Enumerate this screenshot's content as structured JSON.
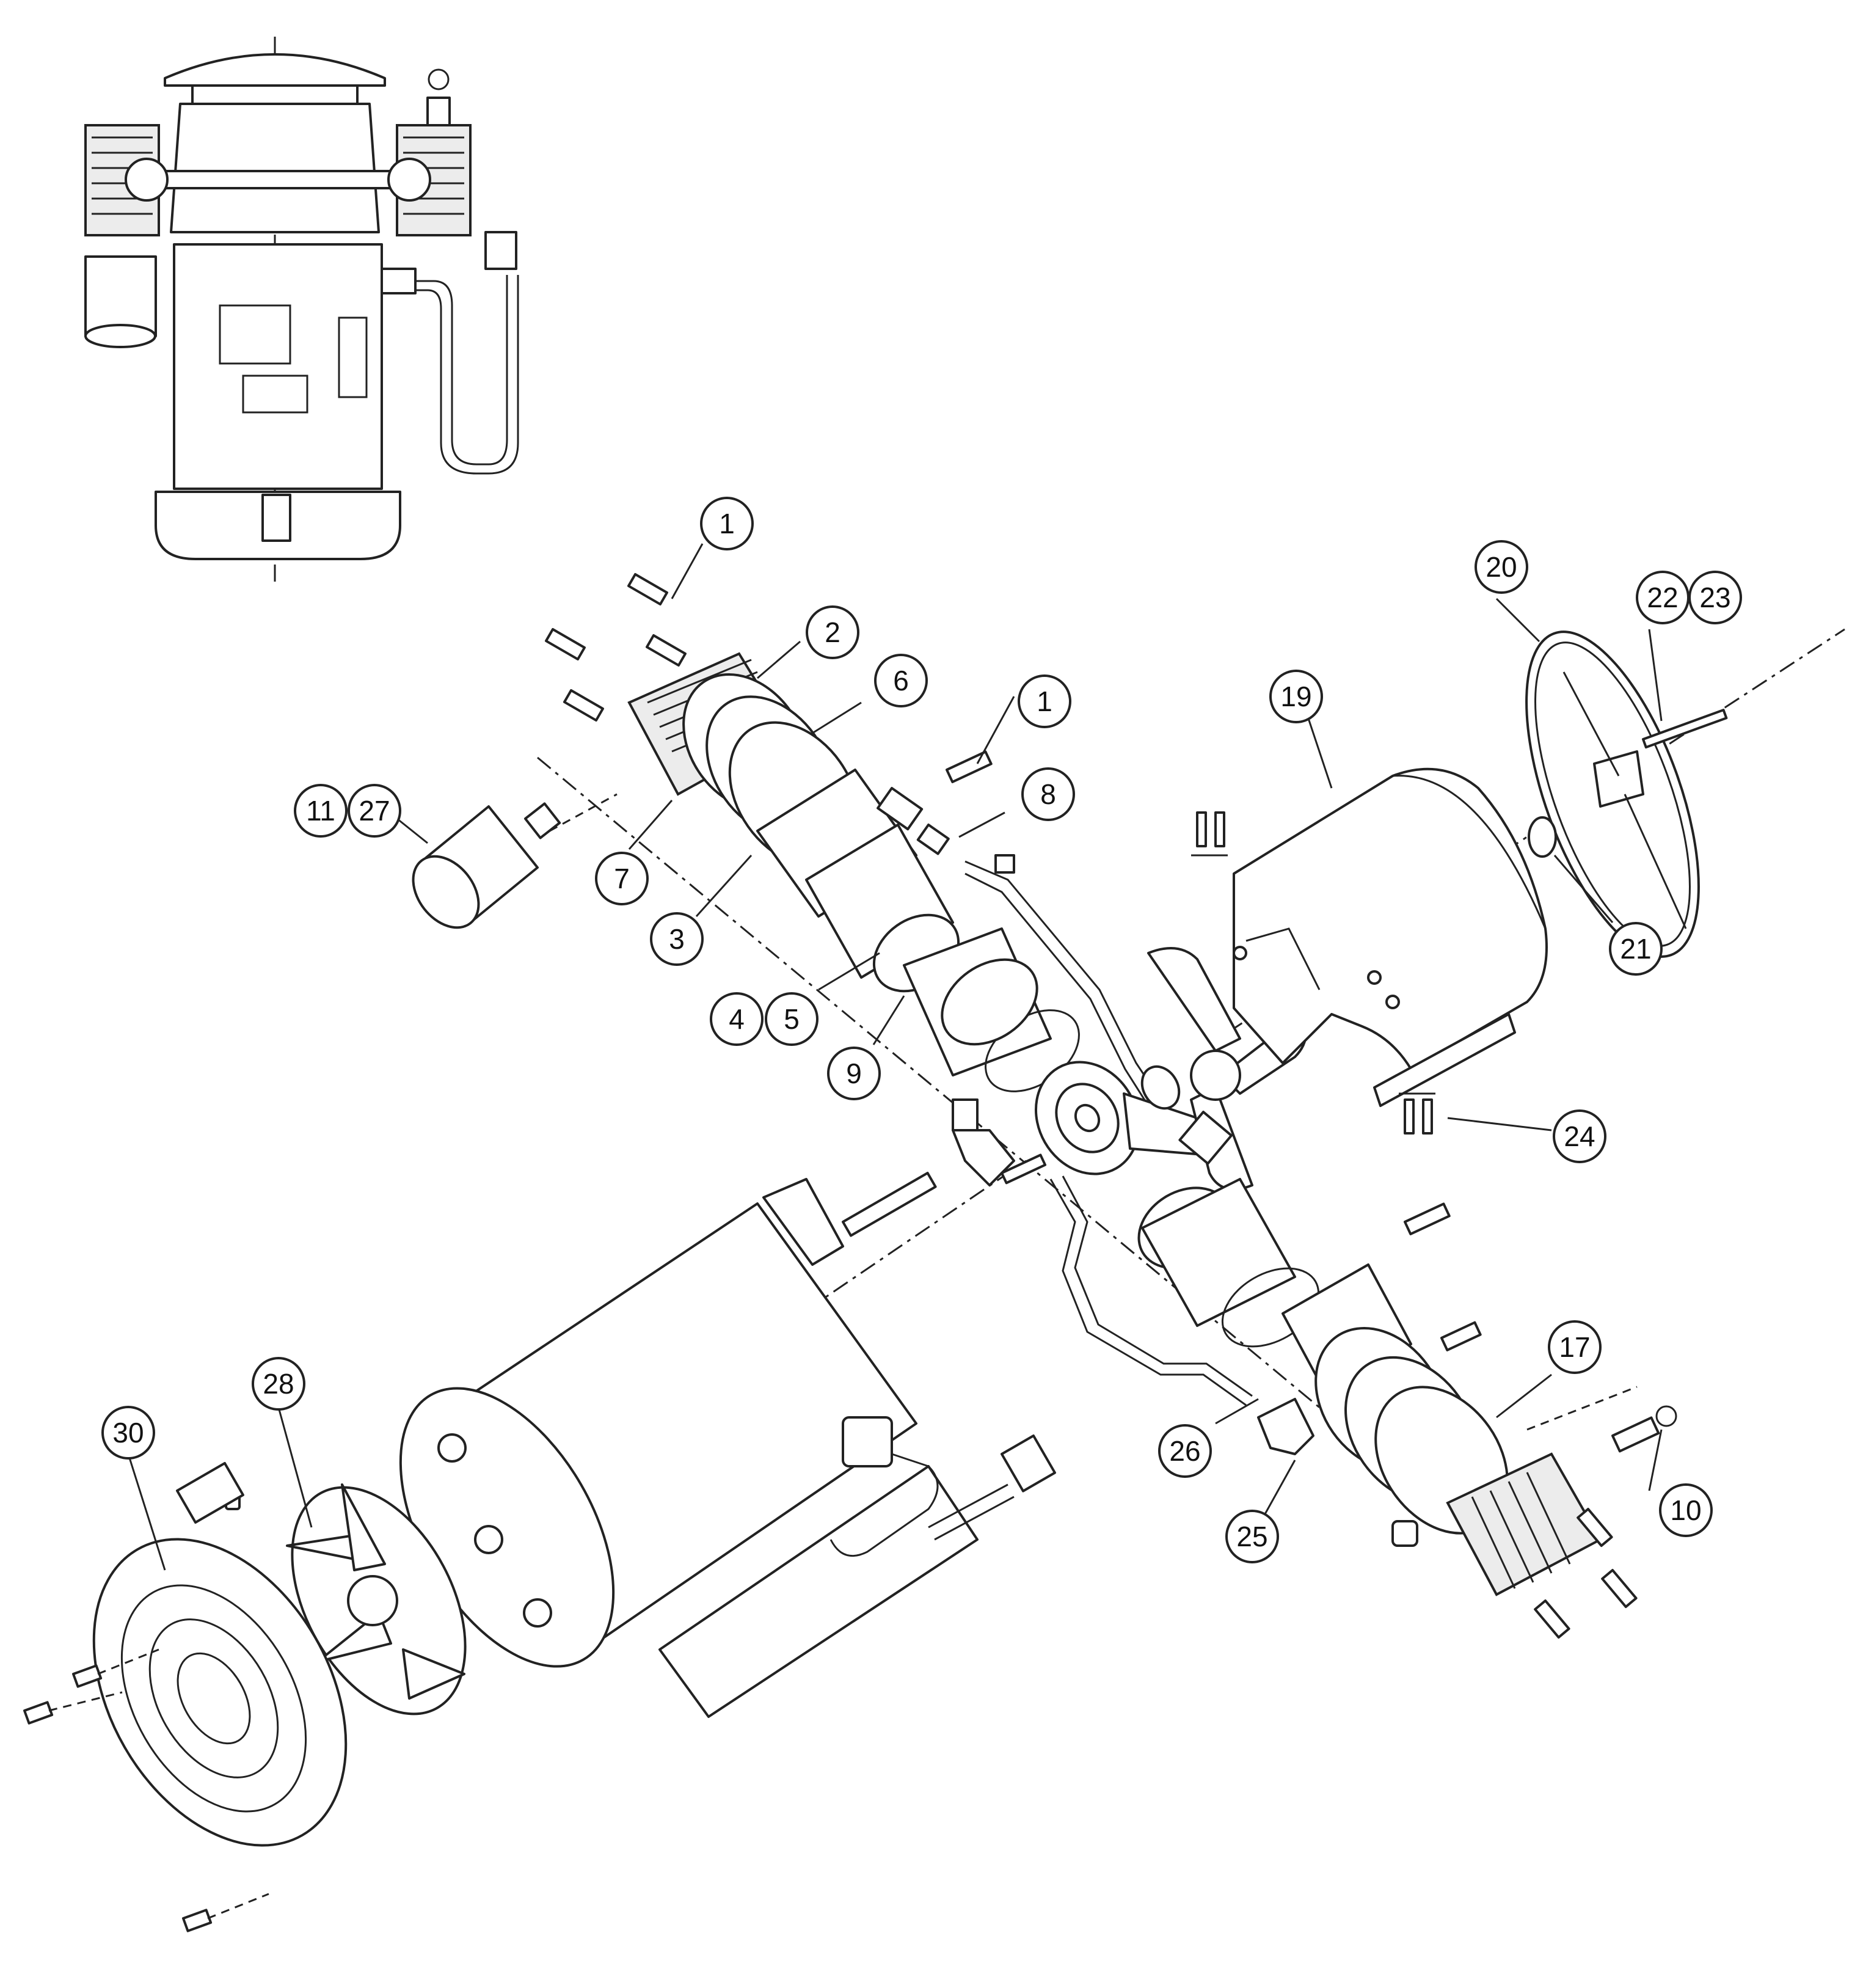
{
  "diagram": {
    "callouts": [
      {
        "id": "c1a",
        "label": "1"
      },
      {
        "id": "c1b",
        "label": "1"
      },
      {
        "id": "c2",
        "label": "2"
      },
      {
        "id": "c3",
        "label": "3"
      },
      {
        "id": "c4",
        "label": "4"
      },
      {
        "id": "c5",
        "label": "5"
      },
      {
        "id": "c6",
        "label": "6"
      },
      {
        "id": "c7",
        "label": "7"
      },
      {
        "id": "c8",
        "label": "8"
      },
      {
        "id": "c9",
        "label": "9"
      },
      {
        "id": "c10",
        "label": "10"
      },
      {
        "id": "c11",
        "label": "11"
      },
      {
        "id": "c17",
        "label": "17"
      },
      {
        "id": "c19",
        "label": "19"
      },
      {
        "id": "c20",
        "label": "20"
      },
      {
        "id": "c21",
        "label": "21"
      },
      {
        "id": "c22",
        "label": "22"
      },
      {
        "id": "c23",
        "label": "23"
      },
      {
        "id": "c24",
        "label": "24"
      },
      {
        "id": "c25",
        "label": "25"
      },
      {
        "id": "c26",
        "label": "26"
      },
      {
        "id": "c27",
        "label": "27"
      },
      {
        "id": "c28",
        "label": "28"
      },
      {
        "id": "c30",
        "label": "30"
      }
    ]
  }
}
